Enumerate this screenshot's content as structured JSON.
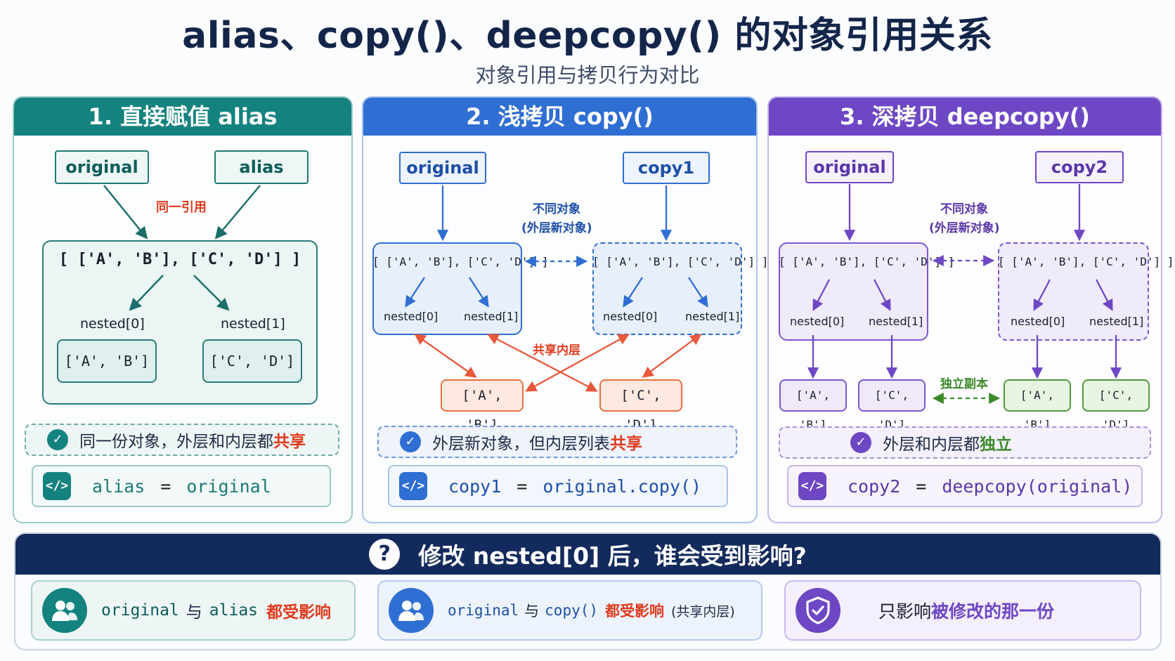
{
  "title": "alias、copy()、deepcopy() 的对象引用关系",
  "subtitle": "对象引用与拷贝行为对比",
  "colors": {
    "alias_accent": "#14827f",
    "copy_accent": "#2f6ed2",
    "deepcopy_accent": "#6e47c4",
    "shared_highlight": "#e03b1e",
    "independent_highlight": "#4f9a3a",
    "bottom_header": "#132a5c"
  },
  "panel_alias": {
    "header": "1. 直接赋值 alias",
    "var_left": "original",
    "var_right": "alias",
    "ref_note": "同一引用",
    "outer_list": "[ ['A', 'B'], ['C', 'D'] ]",
    "nested0_label": "nested[0]",
    "nested1_label": "nested[1]",
    "inner0": "['A', 'B']",
    "inner1": "['C', 'D']",
    "summary_prefix": "同一份对象，外层和内层都",
    "summary_highlight": "共享",
    "code_icon": "</>",
    "code_lhs": "alias",
    "code_eq": "=",
    "code_rhs": "original"
  },
  "panel_copy": {
    "header": "2. 浅拷贝 copy()",
    "var_left": "original",
    "var_right": "copy1",
    "diff_note_line1": "不同对象",
    "diff_note_line2": "(外层新对象)",
    "outer_list_left": "[ ['A', 'B'], ['C', 'D'] ]",
    "outer_list_right": "[ ['A', 'B'], ['C', 'D'] ]",
    "nested0_label": "nested[0]",
    "nested1_label": "nested[1]",
    "shared_note": "共享内层",
    "inner0": "['A', 'B']",
    "inner1": "['C', 'D']",
    "summary_prefix": "外层新对象，但内层列表",
    "summary_highlight": "共享",
    "code_icon": "</>",
    "code_lhs": "copy1",
    "code_eq": "=",
    "code_rhs_obj": "original",
    "code_rhs_call": ".copy()"
  },
  "panel_deepcopy": {
    "header": "3. 深拷贝 deepcopy()",
    "var_left": "original",
    "var_right": "copy2",
    "diff_note_line1": "不同对象",
    "diff_note_line2": "(外层新对象)",
    "outer_list_left": "[ ['A', 'B'], ['C', 'D'] ]",
    "outer_list_right": "[ ['A', 'B'], ['C', 'D'] ]",
    "nested0_label": "nested[0]",
    "nested1_label": "nested[1]",
    "independent_note": "独立副本",
    "left_inner0": "['A', 'B']",
    "left_inner1": "['C', 'D']",
    "right_inner0": "['A', 'B']",
    "right_inner1": "['C', 'D']",
    "summary_prefix": "外层和内层都",
    "summary_highlight": "独立",
    "code_icon": "</>",
    "code_lhs": "copy2",
    "code_eq": "=",
    "code_rhs_fn": "deepcopy",
    "code_rhs_args": "(original)"
  },
  "bottom": {
    "question_icon": "?",
    "question": "修改 nested[0] 后，谁会受到影响?",
    "card1": {
      "icon": "users-icon",
      "a": "original",
      "mid": "与",
      "b": "alias",
      "result": "都受影响"
    },
    "card2": {
      "icon": "users-icon",
      "a": "original",
      "mid": "与",
      "b": "copy()",
      "result": "都受影响",
      "note": "(共享内层)"
    },
    "card3": {
      "icon": "shield-check-icon",
      "prefix": "只影响",
      "highlight": "被修改的那一份"
    }
  }
}
